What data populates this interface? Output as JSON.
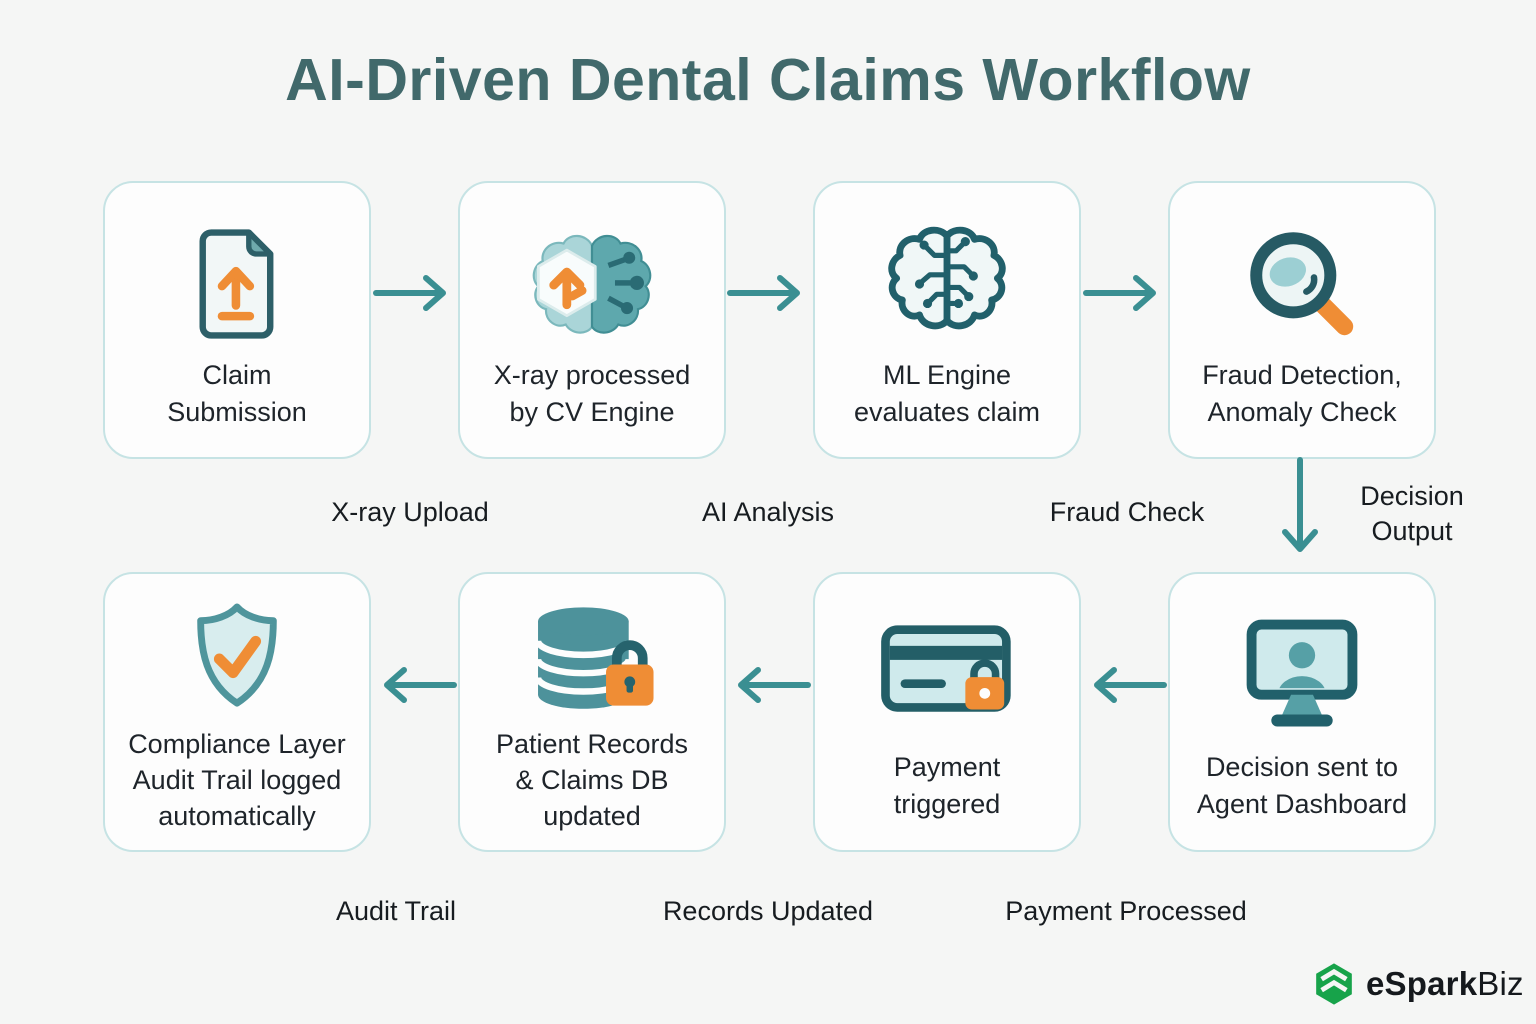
{
  "title": "AI-Driven Dental Claims Workflow",
  "nodes": [
    {
      "name": "claim-submission",
      "icon": "document-upload-icon",
      "lines": [
        "Claim",
        "Submission"
      ]
    },
    {
      "name": "xray-processed-by-cv-engine",
      "icon": "brain-cv-upload-icon",
      "lines": [
        "X-ray processed",
        "by CV Engine"
      ]
    },
    {
      "name": "ml-engine-evaluates-claim",
      "icon": "brain-circuit-icon",
      "lines": [
        "ML Engine",
        "evaluates claim"
      ]
    },
    {
      "name": "fraud-detection-anomaly-check",
      "icon": "magnifier-icon",
      "lines": [
        "Fraud Detection,",
        "Anomaly Check"
      ]
    },
    {
      "name": "decision-sent-to-agent-dashboard",
      "icon": "monitor-agent-icon",
      "lines": [
        "Decision sent to",
        "Agent Dashboard"
      ]
    },
    {
      "name": "payment-triggered",
      "icon": "credit-card-lock-icon",
      "lines": [
        "Payment",
        "triggered"
      ]
    },
    {
      "name": "patient-records-claims-db-updated",
      "icon": "database-lock-icon",
      "lines": [
        "Patient Records",
        "& Claims DB",
        "updated"
      ]
    },
    {
      "name": "compliance-layer-audit-trail",
      "icon": "shield-check-icon",
      "lines": [
        "Compliance Layer",
        "Audit Trail logged",
        "automatically"
      ]
    }
  ],
  "flow_labels": {
    "xray_upload": "X-ray Upload",
    "ai_analysis": "AI Analysis",
    "fraud_check": "Fraud Check",
    "decision_output": [
      "Decision",
      "Output"
    ],
    "audit_trail": "Audit Trail",
    "records_updated": "Records Updated",
    "payment_processed": "Payment Processed"
  },
  "branding": {
    "logo_bold": "eSpark",
    "logo_light": "Biz"
  },
  "colors": {
    "title": "#41696b",
    "arrow": "#3a8f92",
    "box_border": "#c6e3e4",
    "box_background": "#fdfdfd",
    "page_background": "#f5f6f5",
    "orange_accent": "#ef8d35",
    "teal_dark": "#2d5f68",
    "teal_mid": "#5fa9ae",
    "teal_light": "#cfeaec",
    "logo_green": "#17a34a",
    "text": "#1e242a"
  }
}
